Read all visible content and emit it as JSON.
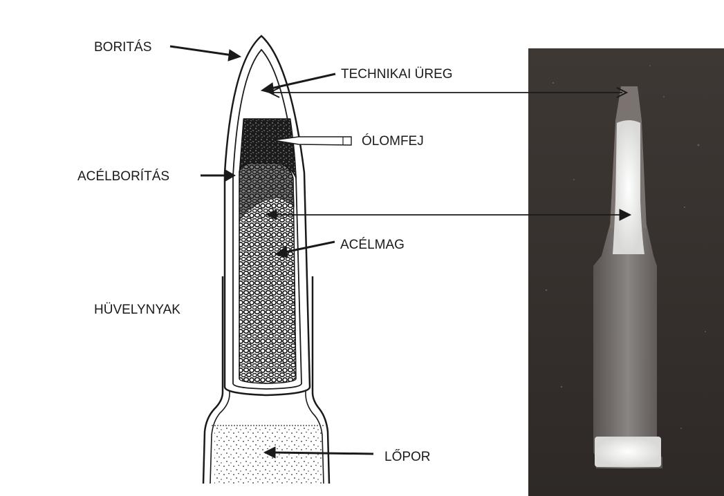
{
  "labels": {
    "boritas": "BORITÁS",
    "technikai_ureg": "TECHNIKAI ÜREG",
    "olomfej": "ÓLOMFEJ",
    "acelboritas": "ACÉLBORÍTÁS",
    "acelmag": "ACÉLMAG",
    "huvelynyak": "HÜVELYNYAK",
    "lopor": "LŐPOR"
  },
  "colors": {
    "ink": "#1a1a1a",
    "xray_background": "#3b3532",
    "xray_bright": "#f4f4f2"
  },
  "photo": {
    "kind": "x-ray photograph of a rifle cartridge"
  }
}
